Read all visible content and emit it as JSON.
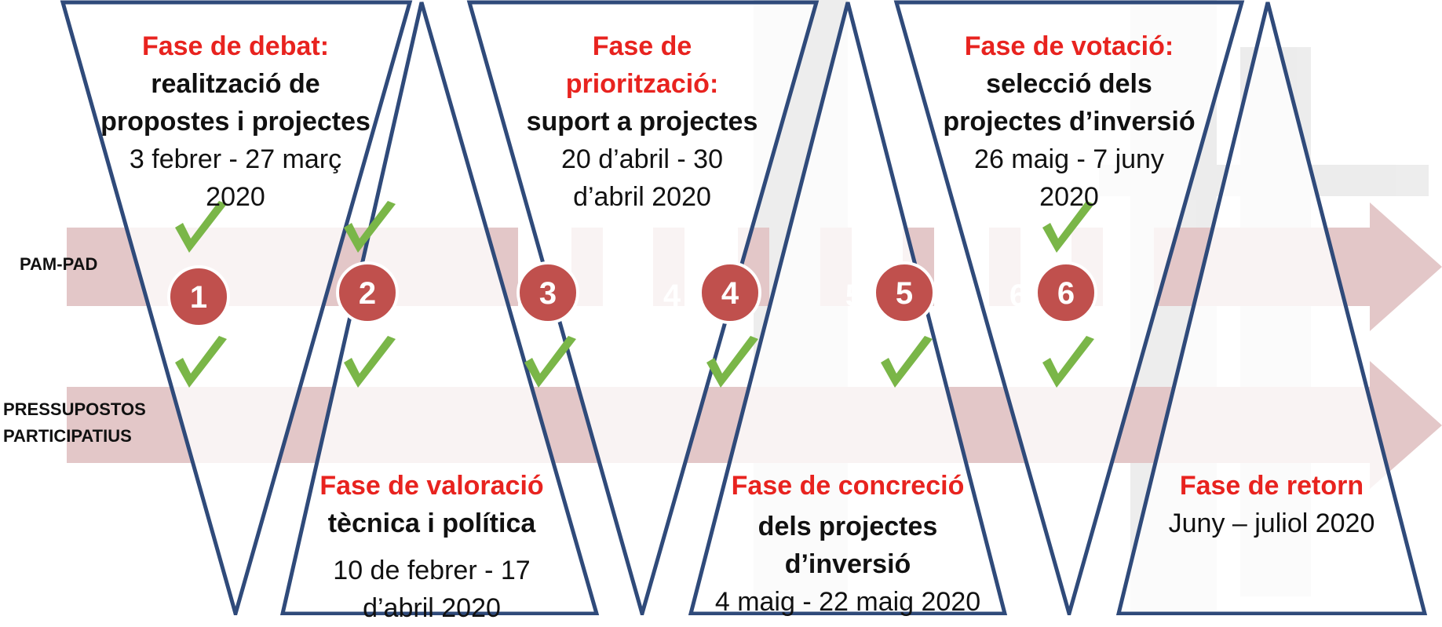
{
  "tracks": {
    "pam_pad": "PAM-PAD",
    "pressupostos_line1": "PRESSUPOSTOS",
    "pressupostos_line2": "PARTICIPATIUS"
  },
  "phases": [
    {
      "number": "1",
      "title": "Fase de debat:",
      "subtitle1": "realització de",
      "subtitle2": "propostes i projectes",
      "date1": "3 febrer - 27 març",
      "date2": "2020",
      "pam_pad_check": true,
      "pressupostos_check": true
    },
    {
      "number": "2",
      "title": "Fase de valoració",
      "subtitle1": "tècnica i política",
      "date1": "10 de febrer - 17",
      "date2": "d’abril 2020",
      "pam_pad_check": true,
      "pressupostos_check": true
    },
    {
      "number": "3",
      "title1": "Fase de",
      "title2": "priorització:",
      "subtitle1": "suport a projectes",
      "date1": "20 d’abril - 30",
      "date2": "d’abril 2020",
      "pam_pad_check": false,
      "pressupostos_check": true
    },
    {
      "number": "4",
      "title": "Fase de concreció",
      "subtitle1": "dels projectes",
      "subtitle2": "d’inversió",
      "date1": "4 maig - 22 maig 2020",
      "pam_pad_check": false,
      "pressupostos_check": true
    },
    {
      "number": "5",
      "title": "Fase de votació:",
      "subtitle1": "selecció dels",
      "subtitle2": "projectes d’inversió",
      "date1": "26 maig - 7 juny",
      "date2": "2020",
      "pam_pad_check": false,
      "pressupostos_check": true
    },
    {
      "number": "6",
      "title": "Fase de retorn",
      "date1": "Juny – juliol 2020",
      "pam_pad_check": true,
      "pressupostos_check": true
    }
  ],
  "ghost_numbers": [
    "4",
    "5",
    "6"
  ],
  "colors": {
    "arrow": "#e3c7c8",
    "circle": "#c0504d",
    "triangle_stroke": "#2f4a7a",
    "title_red": "#e8231f",
    "check": "#7ab648"
  }
}
